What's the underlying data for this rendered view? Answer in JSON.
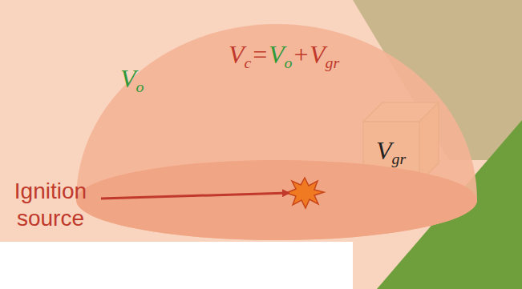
{
  "diagram": {
    "nodes": [
      {
        "text": [
          "Vc=Vo+Vgr",
          "Vo"
        ]
      },
      {
        "text": [
          "Vgr"
        ],
        "in": 0
      }
    ],
    "labels": [
      "Ignition source"
    ]
  }
}
